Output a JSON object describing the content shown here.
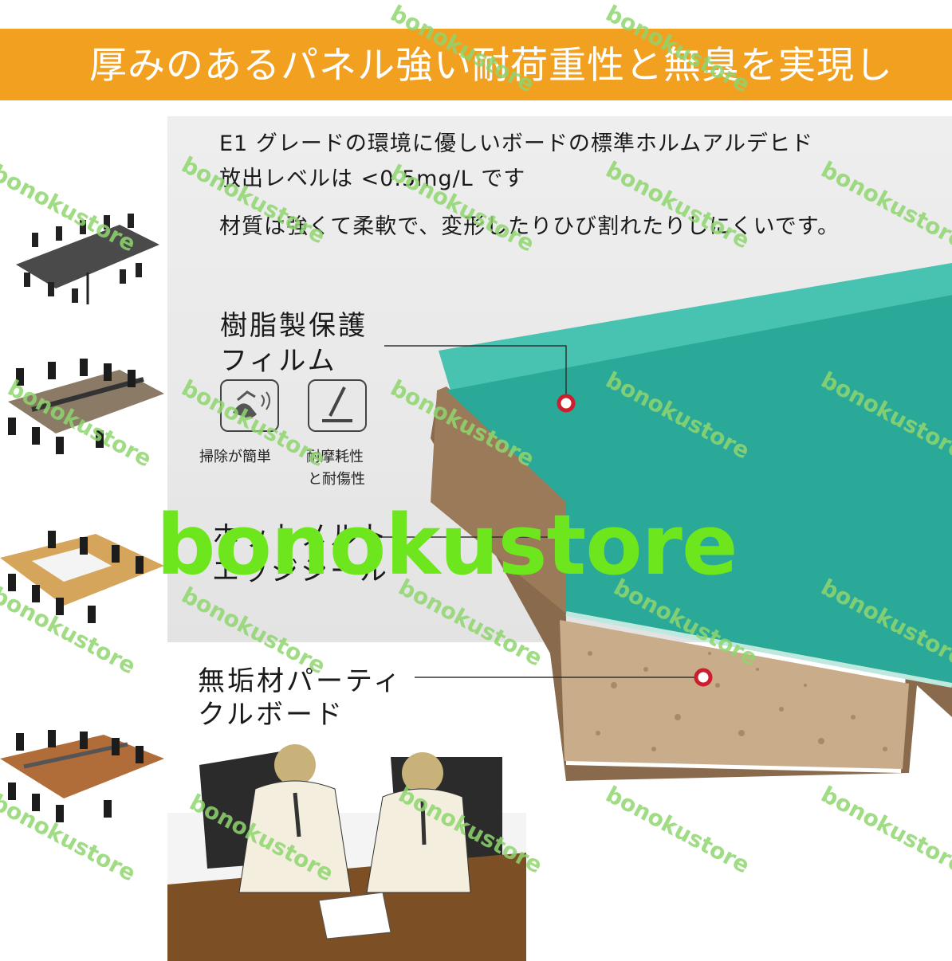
{
  "banner": {
    "title": "厚みのあるパネル強い耐荷重性と無臭を実現し",
    "color": "#f2a01f"
  },
  "description": {
    "line1": "E1 グレードの環境に優しいボードの標準ホルムアルデヒド",
    "line2": "放出レベルは <0.5mg/L です",
    "line3": "材質は強くて柔軟で、変形したりひび割れたりしにくいです。"
  },
  "labels": {
    "resin_film_line1": "樹脂製保護",
    "resin_film_line2": "フィルム",
    "hotmelt_line1": "ホットメルト",
    "hotmelt_line2": "エッジシール",
    "particle_line1": "無垢材パーティ",
    "particle_line2": "クルボード"
  },
  "features": {
    "easy_clean": "掃除が簡単",
    "wear_line1": "耐摩耗性",
    "wear_line2": "と耐傷性"
  },
  "watermark": {
    "big": "bonokustore",
    "small": "bonokustore"
  },
  "colors": {
    "film": "#2aa898",
    "wood": "#8a6a4c",
    "marker": "#cc1f2e",
    "watermark": "#6ee61e"
  }
}
